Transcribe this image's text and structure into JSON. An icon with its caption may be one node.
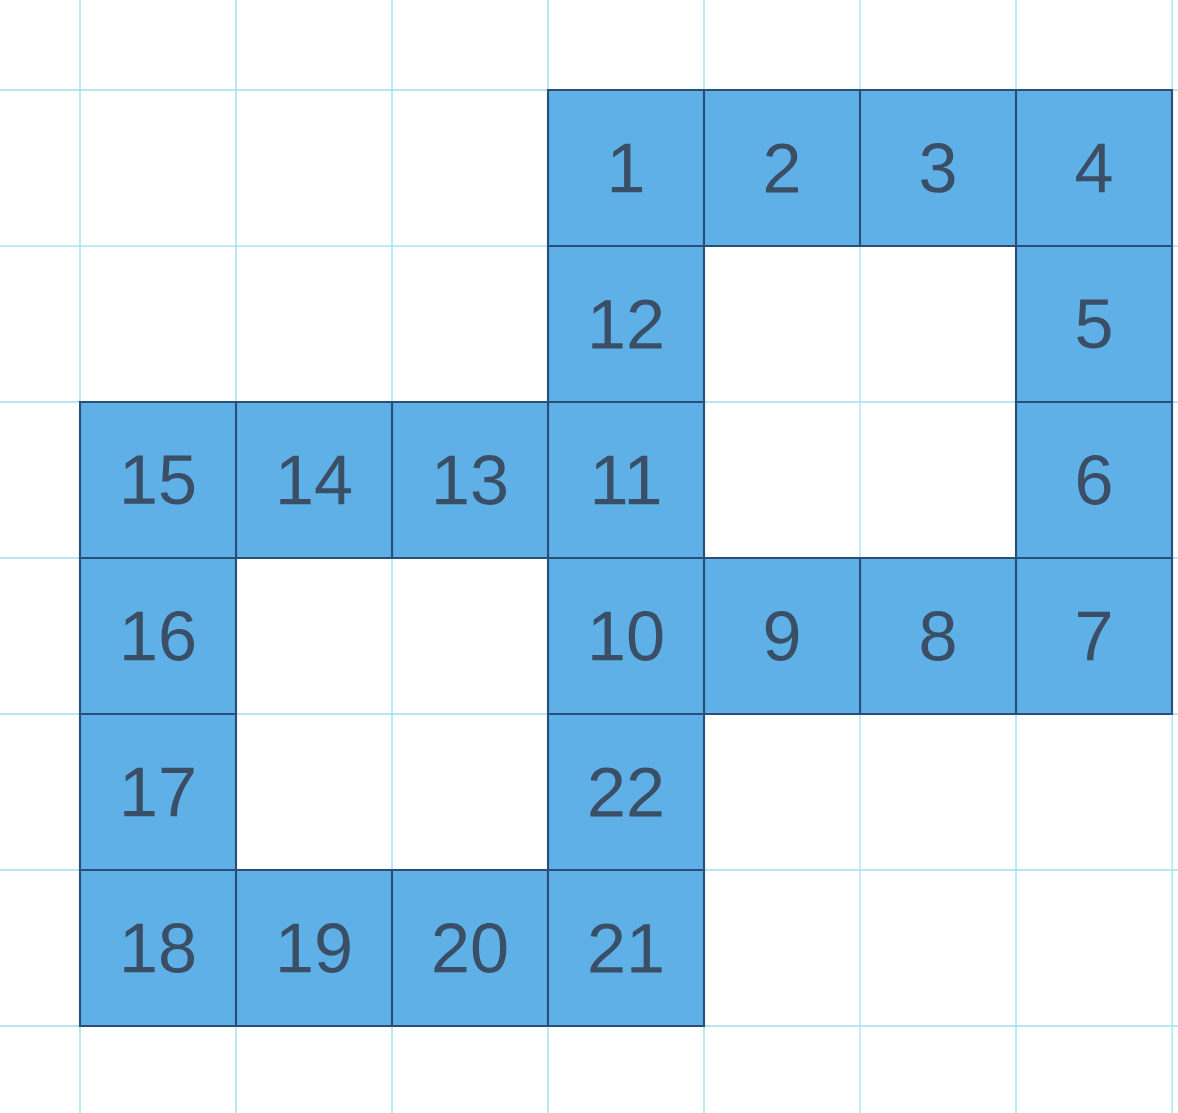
{
  "diagram": {
    "nodes": [
      {
        "text": [
          "1"
        ]
      },
      {
        "text": [
          "2"
        ]
      },
      {
        "text": [
          "3"
        ]
      },
      {
        "text": [
          "4"
        ]
      },
      {
        "text": [
          "5"
        ]
      },
      {
        "text": [
          "6"
        ]
      },
      {
        "text": [
          "7"
        ]
      },
      {
        "text": [
          "8"
        ]
      },
      {
        "text": [
          "9"
        ]
      },
      {
        "text": [
          "10"
        ]
      },
      {
        "text": [
          "11"
        ]
      },
      {
        "text": [
          "12"
        ]
      },
      {
        "text": [
          "13"
        ]
      },
      {
        "text": [
          "14"
        ]
      },
      {
        "text": [
          "15"
        ]
      },
      {
        "text": [
          "16"
        ]
      },
      {
        "text": [
          "17"
        ]
      },
      {
        "text": [
          "18"
        ]
      },
      {
        "text": [
          "19"
        ]
      },
      {
        "text": [
          "20"
        ]
      },
      {
        "text": [
          "21"
        ]
      },
      {
        "text": [
          "22"
        ]
      }
    ]
  }
}
